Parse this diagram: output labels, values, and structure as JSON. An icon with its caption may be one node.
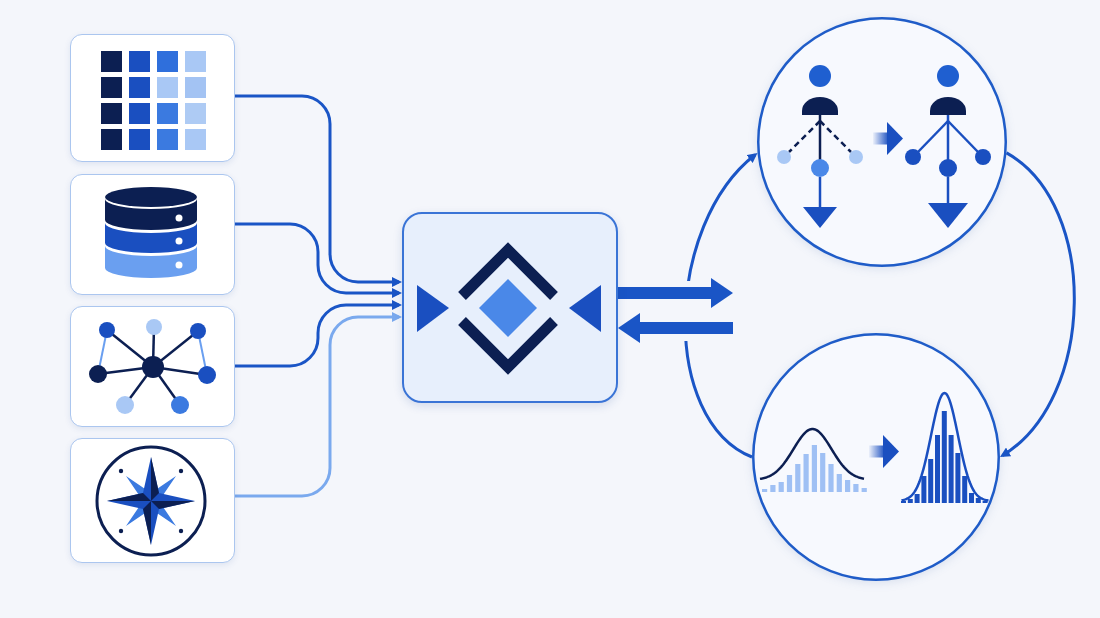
{
  "diagram": {
    "nodes": [
      {
        "text": [],
        "shape": "box"
      },
      {
        "text": [],
        "shape": "box"
      },
      {
        "text": [],
        "shape": "box"
      },
      {
        "text": [],
        "shape": "box"
      },
      {
        "text": [],
        "shape": "box"
      },
      {
        "text": [],
        "shape": "circle"
      },
      {
        "text": [],
        "shape": "circle"
      }
    ],
    "edges": [
      {
        "from": 0,
        "to": 4,
        "arrow": "to"
      },
      {
        "from": 1,
        "to": 4,
        "arrow": "to"
      },
      {
        "from": 2,
        "to": 4,
        "arrow": "to"
      },
      {
        "from": 3,
        "to": 4,
        "arrow": "to",
        "color": "#7aa9ee"
      },
      {
        "from": 4,
        "to": null,
        "arrow": "to",
        "style": "thick"
      },
      {
        "from": null,
        "to": 4,
        "arrow": "to",
        "style": "thick"
      },
      {
        "from": 6,
        "to": 5,
        "arrow": "to"
      },
      {
        "from": 5,
        "to": 6,
        "arrow": "to"
      }
    ]
  }
}
